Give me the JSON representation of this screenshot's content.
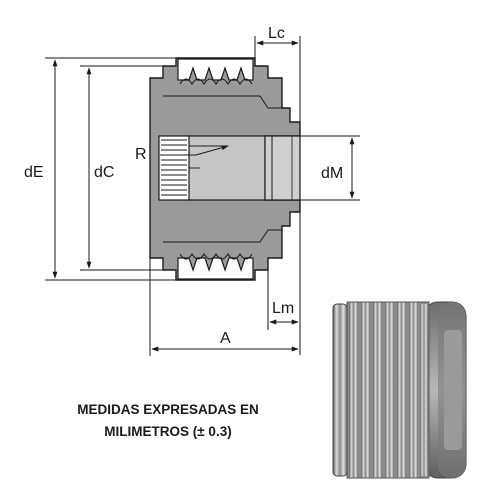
{
  "labels": {
    "lc": "Lc",
    "r": "R",
    "de": "dE",
    "dc": "dC",
    "dm": "dM",
    "lm": "Lm",
    "a": "A"
  },
  "caption": {
    "line1": "MEDIDAS EXPRESADAS EN",
    "line2": "MILIMETROS (± 0.3)"
  },
  "colors": {
    "body": "#9a9a9a",
    "bore": "#c6c6c6",
    "line": "#1a1a1a",
    "background": "#ffffff"
  }
}
